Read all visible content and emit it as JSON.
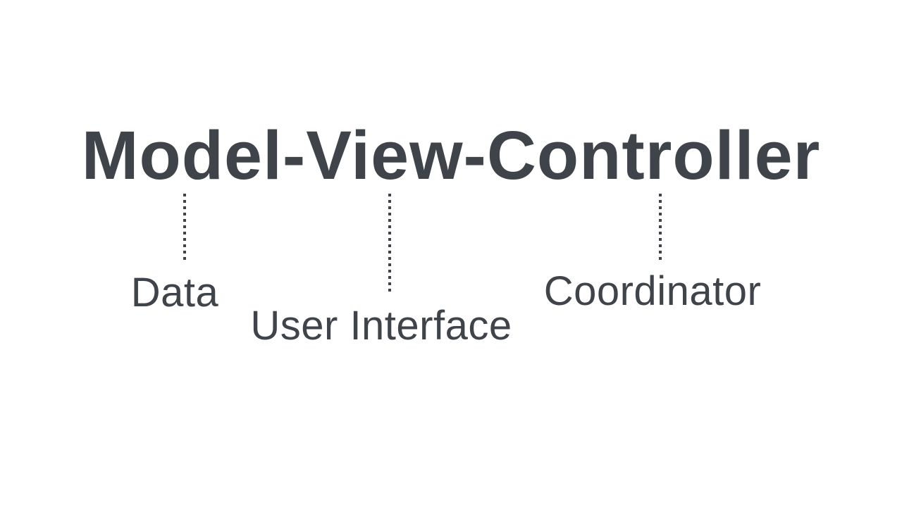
{
  "colors": {
    "background": "#ffffff",
    "ink": "#3f444a"
  },
  "title": {
    "text": "Model-View-Controller"
  },
  "annotations": [
    {
      "target": "model",
      "label": "Data"
    },
    {
      "target": "view",
      "label": "User Interface"
    },
    {
      "target": "controller",
      "label": "Coordinator"
    }
  ]
}
